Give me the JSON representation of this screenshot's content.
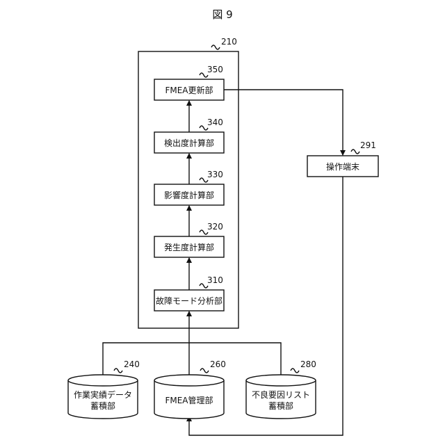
{
  "title": "図 9",
  "container": {
    "ref": "210"
  },
  "blocks": [
    {
      "ref": "350",
      "label": "FMEA更新部"
    },
    {
      "ref": "340",
      "label": "検出度計算部"
    },
    {
      "ref": "330",
      "label": "影響度計算部"
    },
    {
      "ref": "320",
      "label": "発生度計算部"
    },
    {
      "ref": "310",
      "label": "故障モード分析部"
    }
  ],
  "terminal": {
    "ref": "291",
    "label": "操作端末"
  },
  "databases": [
    {
      "ref": "240",
      "lines": [
        "作業実績データ",
        "蓄積部"
      ]
    },
    {
      "ref": "260",
      "lines": [
        "FMEA管理部"
      ]
    },
    {
      "ref": "280",
      "lines": [
        "不良要因リスト",
        "蓄積部"
      ]
    }
  ]
}
